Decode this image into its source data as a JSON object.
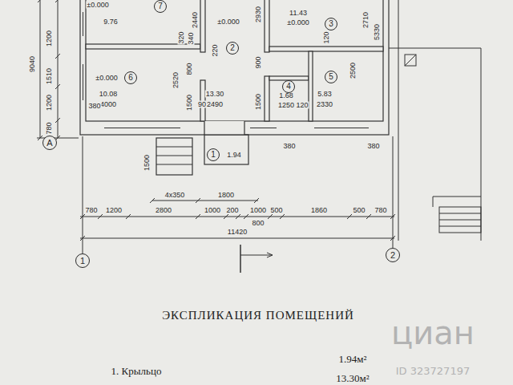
{
  "diagram": {
    "nodes": [
      {
        "text": [
          "7"
        ]
      },
      {
        "text": [
          "2"
        ]
      },
      {
        "text": [
          "3"
        ]
      },
      {
        "text": [
          "6"
        ]
      },
      {
        "text": [
          "4"
        ]
      },
      {
        "text": [
          "5"
        ]
      },
      {
        "text": [
          "1"
        ]
      },
      {
        "text": [
          "A"
        ]
      },
      {
        "text": [
          "1"
        ]
      },
      {
        "text": [
          "2"
        ]
      }
    ],
    "labels": [
      "±0.000",
      "9.76",
      "2440",
      "±0.000",
      "2930",
      "11.43",
      "±0.000",
      "2710",
      "5330",
      "320",
      "340",
      "800",
      "2520",
      "1500",
      "220",
      "900",
      "1500",
      "120",
      "2500",
      "±0.000",
      "10.08",
      "4000",
      "380",
      "90",
      "13.30",
      "2490",
      "1.68",
      "1250",
      "120",
      "5.83",
      "2330",
      "380",
      "380",
      "1.94",
      "1500",
      "1200",
      "1510",
      "1200",
      "780",
      "9040",
      "4x350",
      "1800",
      "780",
      "1200",
      "2800",
      "1000",
      "200",
      "1000",
      "500",
      "1860",
      "500",
      "780",
      "800",
      "11420",
      "ЭКСПЛИКАЦИЯ ПОМЕЩЕНИЙ",
      "1. Крыльцо",
      "1.94м²",
      "13.30м²",
      "циан",
      "ID 323727197"
    ]
  }
}
